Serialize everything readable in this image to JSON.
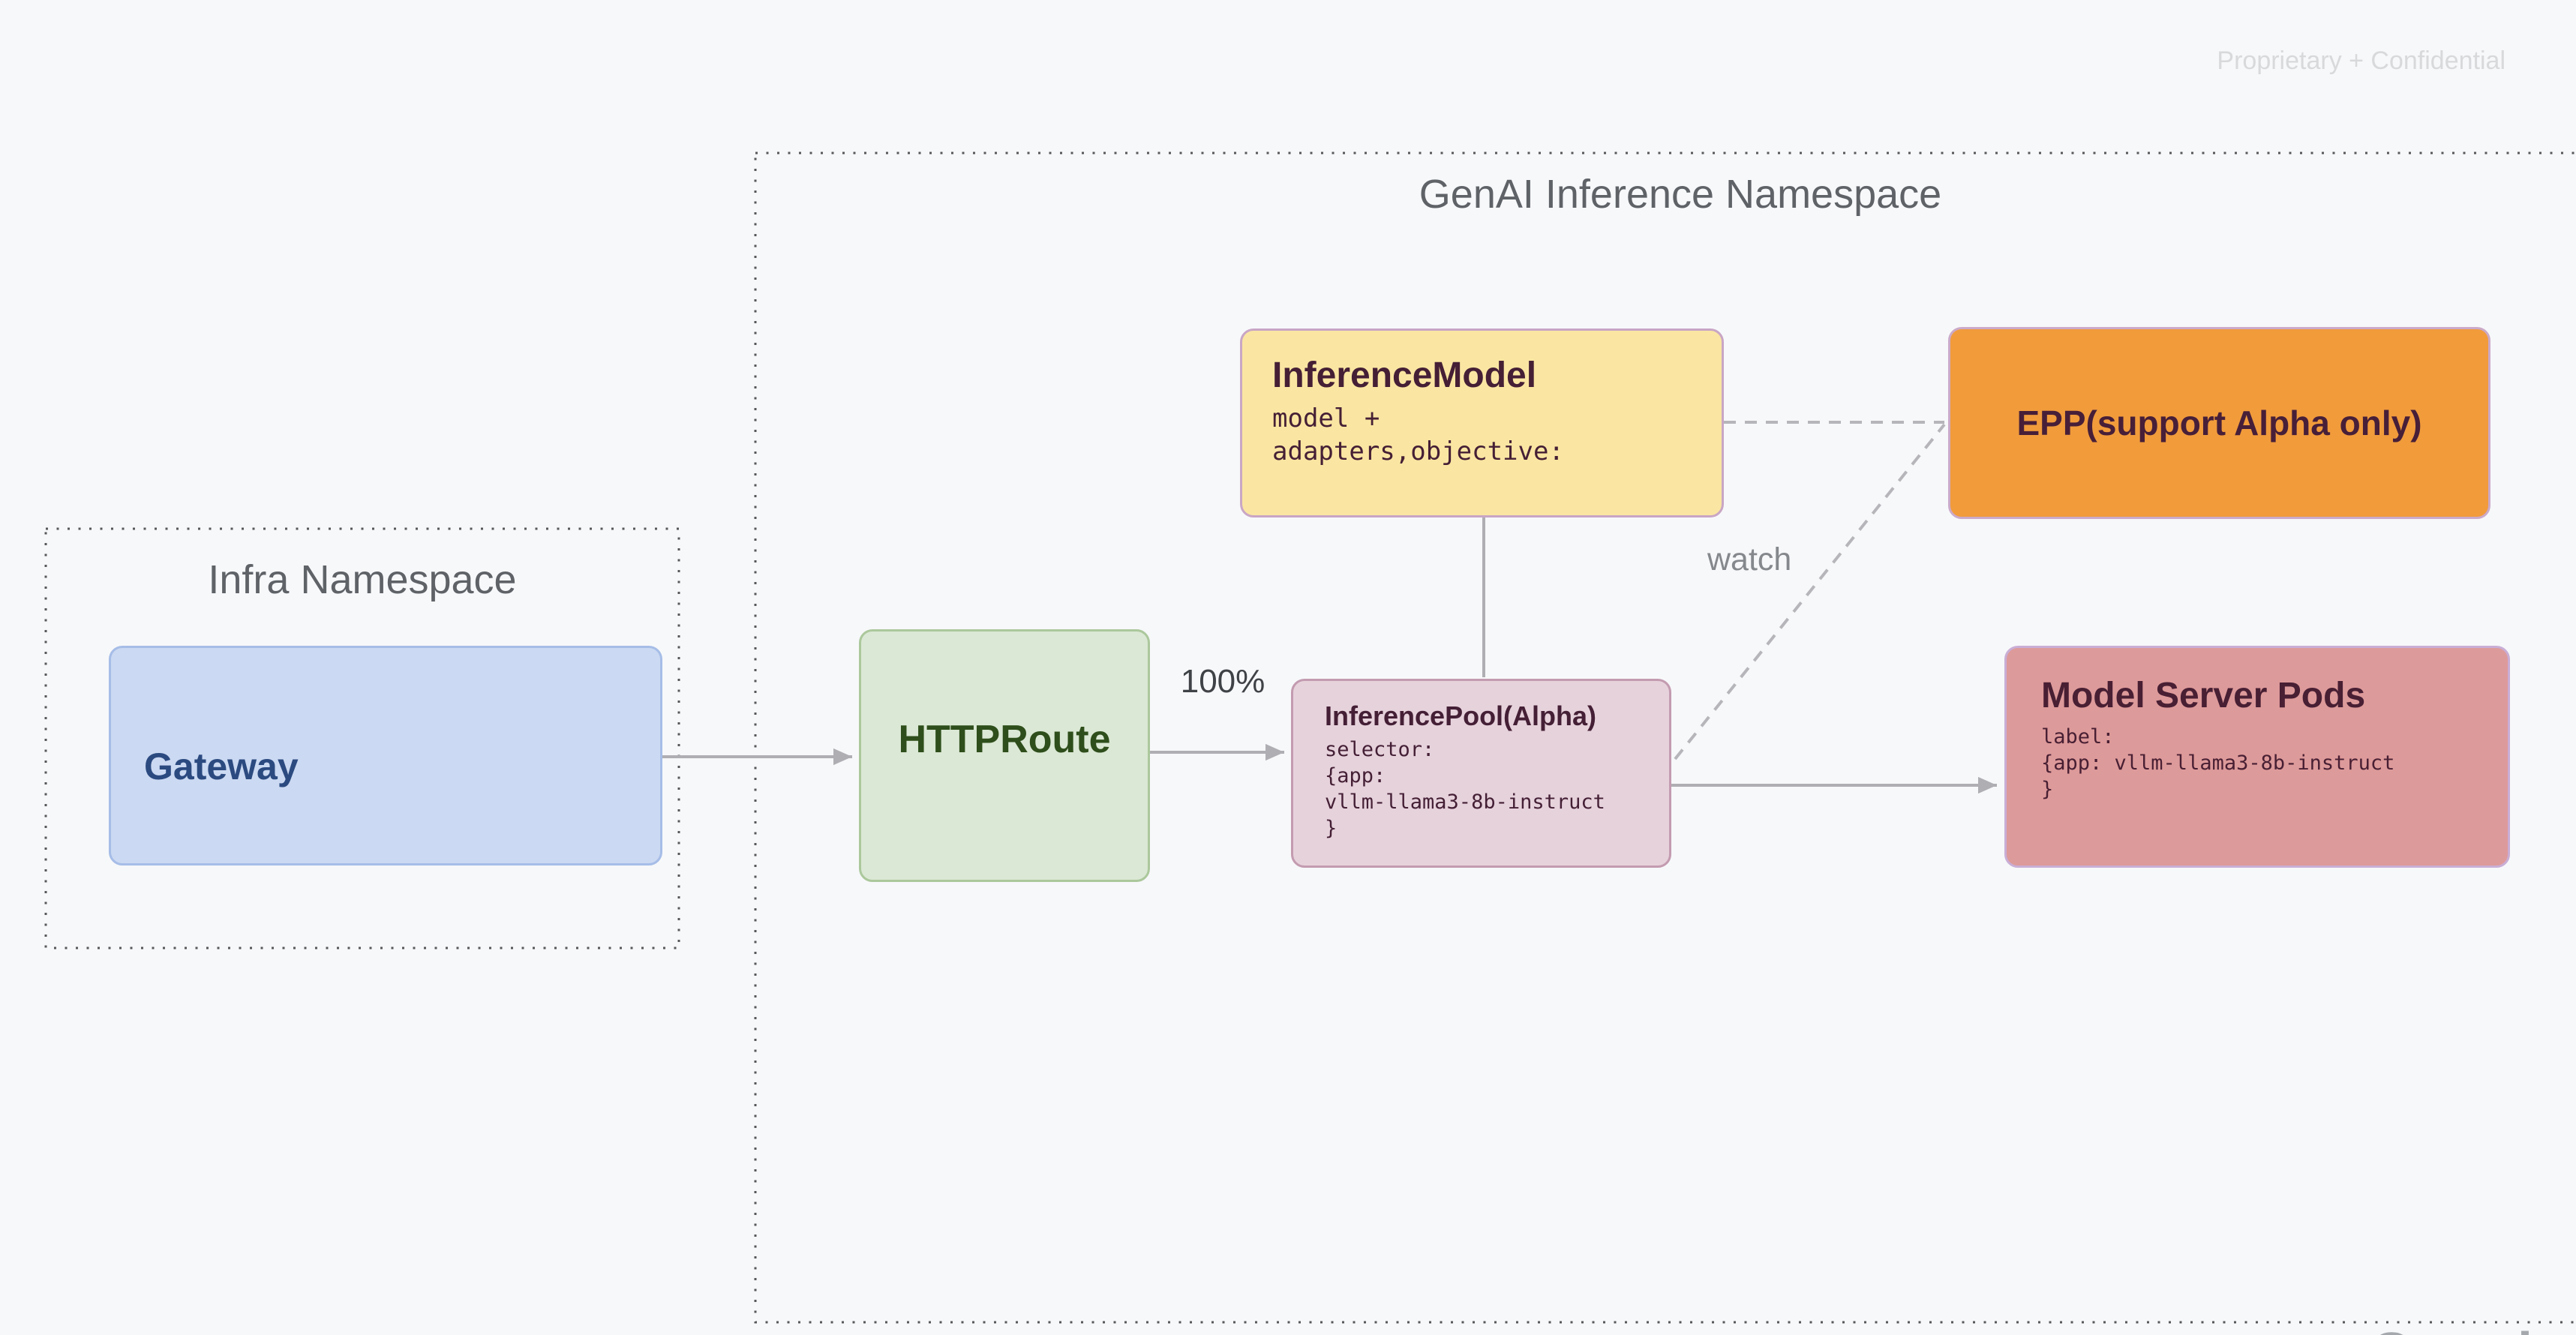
{
  "watermark": "Proprietary + Confidential",
  "brand_mark": "Google",
  "namespaces": {
    "genai": {
      "title": "GenAI Inference Namespace"
    },
    "infra": {
      "title": "Infra Namespace"
    }
  },
  "nodes": {
    "gateway": {
      "title": "Gateway"
    },
    "httproute": {
      "title": "HTTPRoute"
    },
    "inference_model": {
      "title": "InferenceModel",
      "body": "model +\nadapters,objective:"
    },
    "epp": {
      "title": "EPP(support Alpha only)"
    },
    "inference_pool": {
      "title": "InferencePool(Alpha)",
      "body": "selector:\n{app:\nvllm-llama3-8b-instruct\n}"
    },
    "model_server_pods": {
      "title": "Model Server Pods",
      "body": "label:\n{app: vllm-llama3-8b-instruct\n}"
    }
  },
  "edge_labels": {
    "route_weight": "100%",
    "watch": "watch"
  },
  "colors": {
    "background": "#f7f8fa",
    "namespace_border": "#57575a",
    "namespace_title": "#5f6368",
    "solid_edge": "#afafb3",
    "dashed_edge": "#b6b6ba",
    "gateway_fill": "#cbd9f2",
    "gateway_border": "#a6bde7",
    "gateway_text": "#2b4a80",
    "httproute_fill": "#dbe8d5",
    "httproute_border": "#abc89c",
    "httproute_text": "#2e4e1b",
    "inference_model_fill": "#fae6a2",
    "epp_fill": "#f19b3b",
    "inference_pool_fill": "#e6d2db",
    "model_server_pods_fill": "#dd9a9a",
    "node_dark_text": "#451f35",
    "watermark_text": "#d8d9db"
  }
}
